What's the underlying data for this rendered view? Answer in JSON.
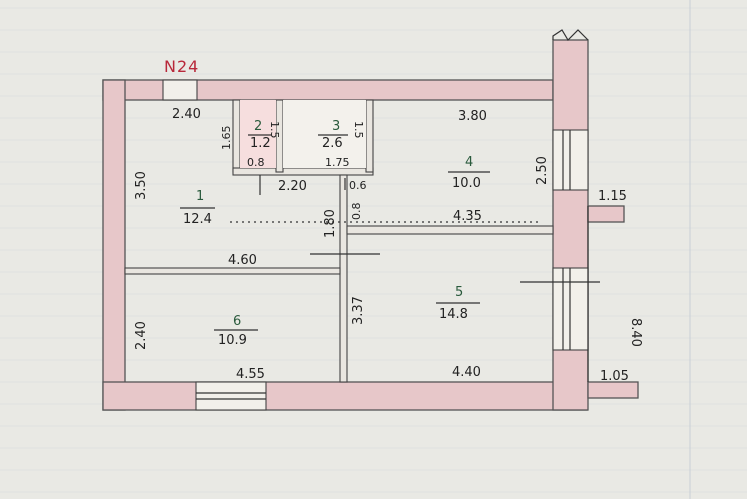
{
  "plan_number": "N24",
  "rooms": [
    {
      "id": "room-1",
      "number": "1",
      "area": "12.4"
    },
    {
      "id": "room-2",
      "number": "2",
      "area": "1.2"
    },
    {
      "id": "room-3",
      "number": "3",
      "area": "2.6"
    },
    {
      "id": "room-4",
      "number": "4",
      "area": "10.0"
    },
    {
      "id": "room-5",
      "number": "5",
      "area": "14.8"
    },
    {
      "id": "room-6",
      "number": "6",
      "area": "10.9"
    }
  ],
  "dimensions": {
    "top_left_wall": "2.40",
    "top_right_wall": "3.80",
    "left_upper": "3.50",
    "left_lower": "2.40",
    "closet_height": "1.65",
    "closet2_width": "0.8",
    "closet2_depth": "1.5",
    "closet3_width": "1.75",
    "closet3_depth": "1.5",
    "hall_width": "2.20",
    "hall_gap": "0.6",
    "corridor_upper": "1.80",
    "corridor_small": "0.8",
    "room4_bottom": "4.35",
    "room4_right": "2.50",
    "room1_6_divider": "4.60",
    "room5_left": "3.37",
    "bottom_left": "4.55",
    "bottom_right": "4.40",
    "balcony_top": "1.15",
    "balcony_right": "8.40",
    "balcony_bottom": "1.05"
  }
}
